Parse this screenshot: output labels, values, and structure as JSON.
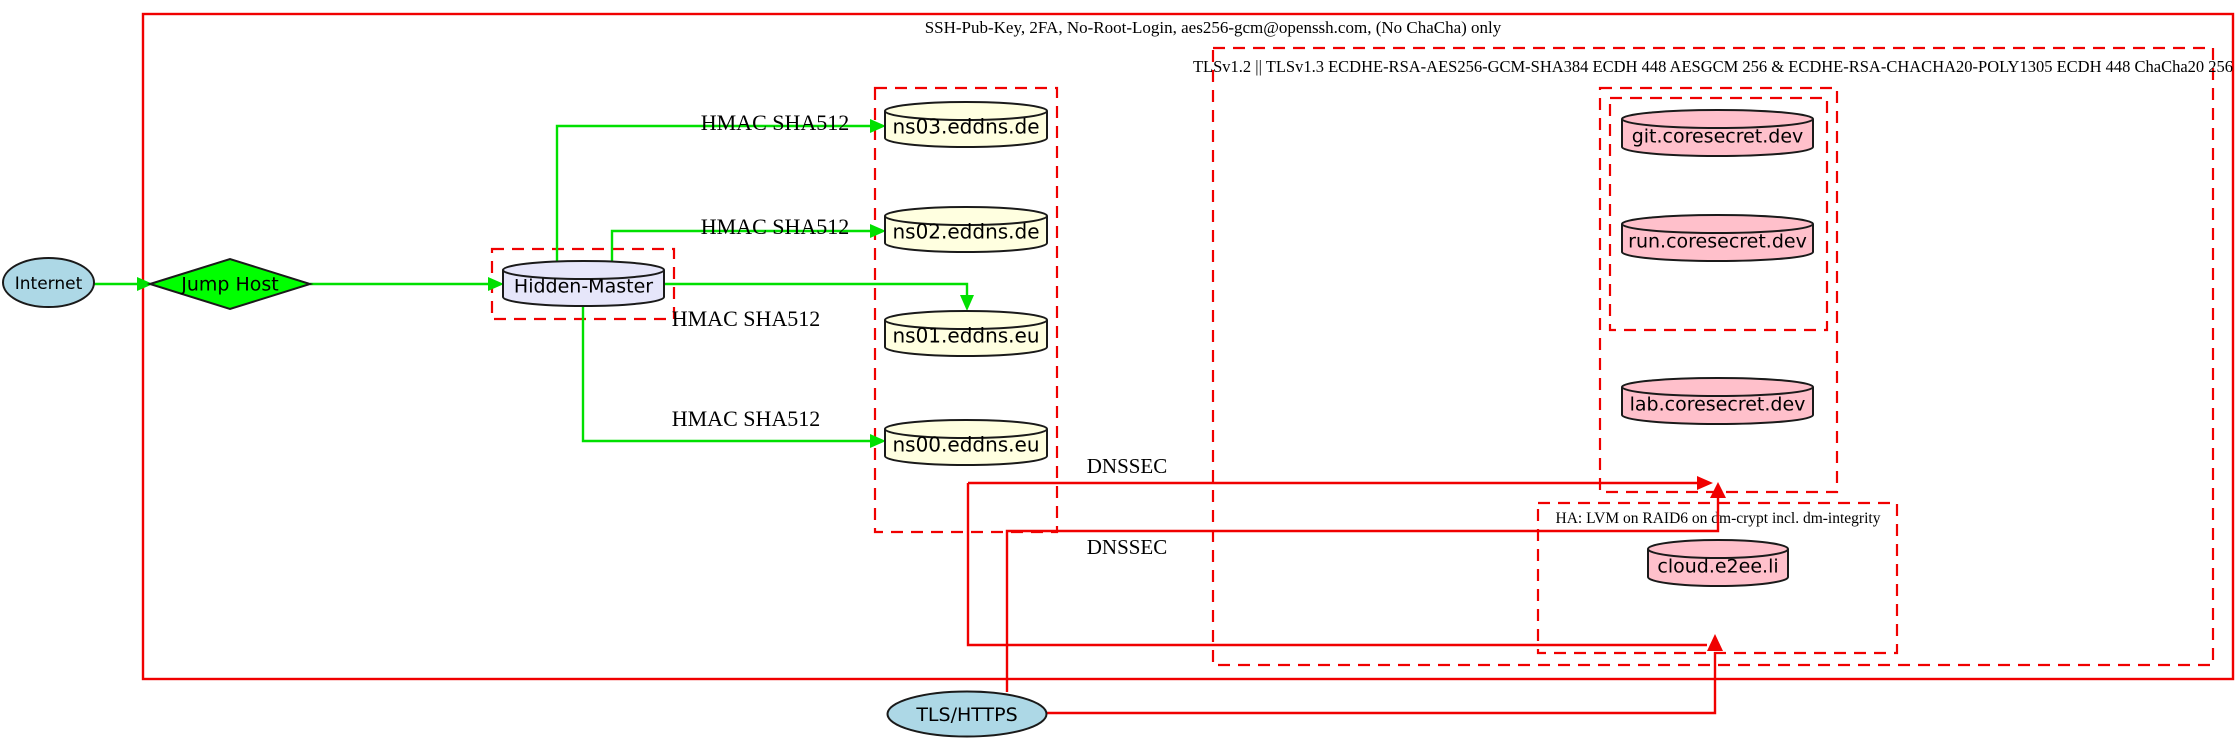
{
  "clusters": {
    "ssh": {
      "label": "SSH-Pub-Key, 2FA, No-Root-Login, aes256-gcm@openssh.com, (No ChaCha) only"
    },
    "tls": {
      "label": "TLSv1.2 || TLSv1.3 ECDHE-RSA-AES256-GCM-SHA384 ECDH 448 AESGCM 256 & ECDHE-RSA-CHACHA20-POLY1305 ECDH 448 ChaCha20 256"
    },
    "ha": {
      "label": "HA: LVM on RAID6 on dm-crypt incl. dm-integrity"
    }
  },
  "nodes": {
    "internet": {
      "label": "Internet",
      "shape": "ellipse",
      "fill": "#add8e6"
    },
    "jump_host": {
      "label": "Jump Host",
      "shape": "diamond",
      "fill": "#00ff00"
    },
    "hidden_master": {
      "label": "Hidden-Master",
      "shape": "cylinder",
      "fill": "#e6e6fa"
    },
    "ns03": {
      "label": "ns03.eddns.de",
      "shape": "cylinder",
      "fill": "#ffffe0"
    },
    "ns02": {
      "label": "ns02.eddns.de",
      "shape": "cylinder",
      "fill": "#ffffe0"
    },
    "ns01": {
      "label": "ns01.eddns.eu",
      "shape": "cylinder",
      "fill": "#ffffe0"
    },
    "ns00": {
      "label": "ns00.eddns.eu",
      "shape": "cylinder",
      "fill": "#ffffe0"
    },
    "git": {
      "label": "git.coresecret.dev",
      "shape": "cylinder",
      "fill": "#ffc0cb"
    },
    "run": {
      "label": "run.coresecret.dev",
      "shape": "cylinder",
      "fill": "#ffc0cb"
    },
    "lab": {
      "label": "lab.coresecret.dev",
      "shape": "cylinder",
      "fill": "#ffc0cb"
    },
    "cloud": {
      "label": "cloud.e2ee.li",
      "shape": "cylinder",
      "fill": "#ffc0cb"
    },
    "tls_https": {
      "label": "TLS/HTTPS",
      "shape": "ellipse",
      "fill": "#add8e6"
    }
  },
  "edge_labels": {
    "hmac1": "HMAC SHA512",
    "hmac2": "HMAC SHA512",
    "hmac3": "HMAC SHA512",
    "hmac4": "HMAC SHA512",
    "dnssec1": "DNSSEC",
    "dnssec2": "DNSSEC"
  },
  "colors": {
    "red": "#f00000",
    "green": "#00e000",
    "nodegreen": "#00ff00",
    "lightblue": "#add8e6",
    "lavender": "#e6e6fa",
    "lightyellow": "#ffffe0",
    "pink": "#ffc0cb",
    "bg": "#ffffff"
  }
}
